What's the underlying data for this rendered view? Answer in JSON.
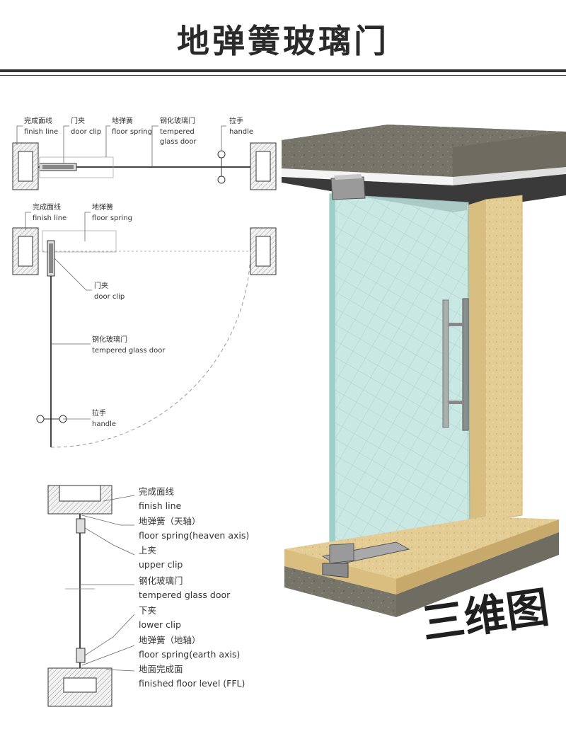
{
  "title": "地弹簧玻璃门",
  "top_plan": {
    "finish_line_cn": "完成面线",
    "finish_line_en": "finish line",
    "door_clip_cn": "门夹",
    "door_clip_en": "door clip",
    "floor_spring_cn": "地弹簧",
    "floor_spring_en": "floor spring",
    "glass_cn": "钢化玻璃门",
    "glass_en_1": "tempered",
    "glass_en_2": "glass door",
    "handle_cn": "拉手",
    "handle_en": "handle"
  },
  "swing_plan": {
    "finish_line_cn": "完成面线",
    "finish_line_en": "finish line",
    "floor_spring_cn": "地弹簧",
    "floor_spring_en": "floor spring",
    "door_clip_cn": "门夹",
    "door_clip_en": "door clip",
    "glass_cn": "钢化玻璃门",
    "glass_en": "tempered glass door",
    "handle_cn": "拉手",
    "handle_en": "handle"
  },
  "section": {
    "finish_line_cn": "完成面线",
    "finish_line_en": "finish line",
    "heaven_cn": "地弹簧（天轴）",
    "heaven_en": "floor spring(heaven axis)",
    "upper_clip_cn": "上夹",
    "upper_clip_en": "upper clip",
    "glass_cn": "钢化玻璃门",
    "glass_en": "tempered glass door",
    "lower_clip_cn": "下夹",
    "lower_clip_en": "lower clip",
    "earth_cn": "地弹簧（地轴）",
    "earth_en": "floor spring(earth axis)",
    "ffl_cn": "地面完成面",
    "ffl_en": "finished floor level (FFL)"
  },
  "render_label": "三维图",
  "colors": {
    "concrete": "#7d7a70",
    "glass": "#bfe3de",
    "wood": "#e6cf98",
    "line": "#444444"
  }
}
